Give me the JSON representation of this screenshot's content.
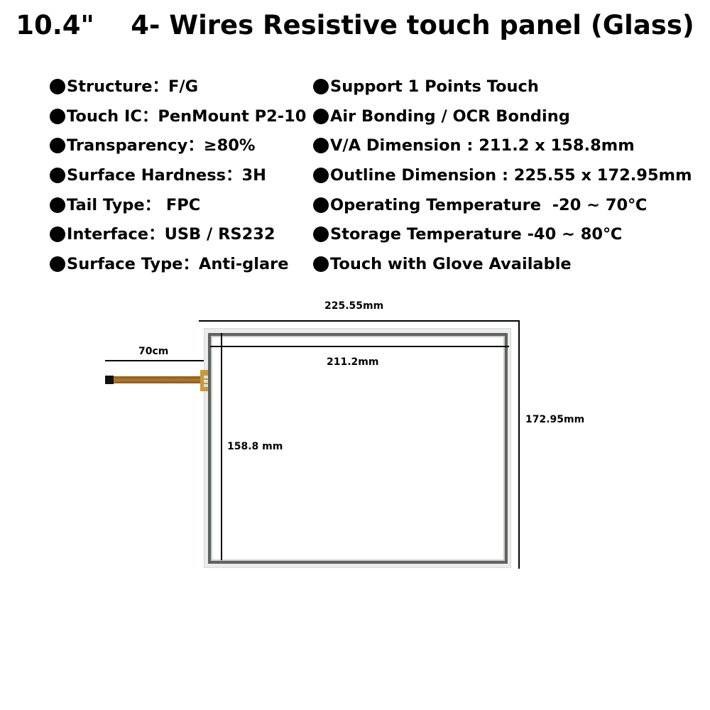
{
  "title": "10.4\"    4- Wires Resistive touch panel (Glass)",
  "specs_left": [
    "Structure：F/G",
    "Touch IC：PenMount P2-10",
    "Transparency：≥80%",
    "Surface Hardness：3H",
    "Tail Type： FPC",
    "Interface：USB / RS232",
    "Surface Type：Anti-glare"
  ],
  "specs_right": [
    "Support 1 Points Touch",
    "Air Bonding / OCR Bonding",
    "V/A Dimension : 211.2 x 158.8mm",
    "Outline Dimension : 225.55 x 172.95mm",
    "Operating Temperature  -20 ~ 70℃",
    "Storage Temperature -40 ~ 80℃",
    "Touch with Glove Available"
  ],
  "diagram": {
    "outline_width": "225.55mm",
    "outline_height": "172.95mm",
    "va_width": "211.2mm",
    "va_height": "158.8 mm",
    "tail_length": "70cm"
  }
}
